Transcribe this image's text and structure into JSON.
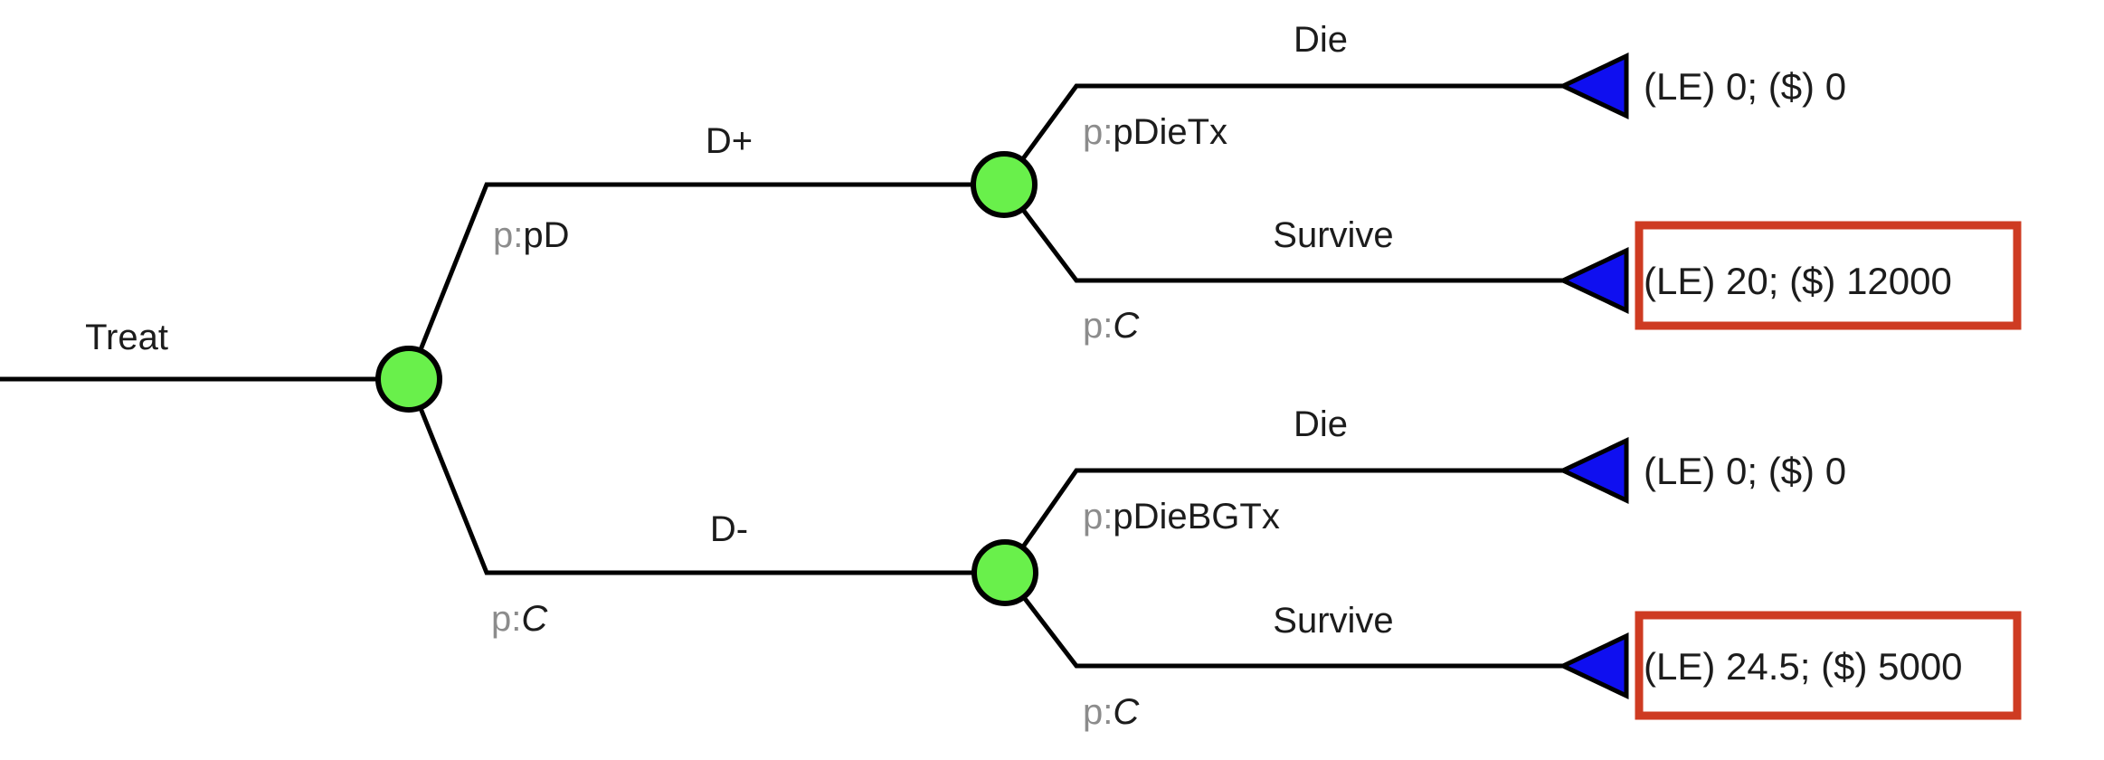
{
  "colors": {
    "chance_node_fill": "#69F04B",
    "terminal_node_fill": "#0F0FF0",
    "highlight_box": "#CE3B22",
    "probability_prefix": "#8C8C8C",
    "label_text": "#1C1C1C",
    "branch_line": "#000000"
  },
  "tree": {
    "probability_prefix": "p:",
    "root": {
      "label": "Treat"
    },
    "level1": [
      {
        "label": "D+",
        "probability": "pD"
      },
      {
        "label": "D-",
        "probability": "C"
      }
    ],
    "top_subtree": [
      {
        "label": "Die",
        "probability": "pDieTx",
        "payoff": "(LE) 0; ($) 0",
        "highlighted": false
      },
      {
        "label": "Survive",
        "probability": "C",
        "payoff": "(LE) 20; ($) 12000",
        "highlighted": true
      }
    ],
    "bottom_subtree": [
      {
        "label": "Die",
        "probability": "pDieBGTx",
        "payoff": "(LE) 0; ($) 0",
        "highlighted": false
      },
      {
        "label": "Survive",
        "probability": "C",
        "payoff": "(LE) 24.5; ($) 5000",
        "highlighted": true
      }
    ]
  }
}
